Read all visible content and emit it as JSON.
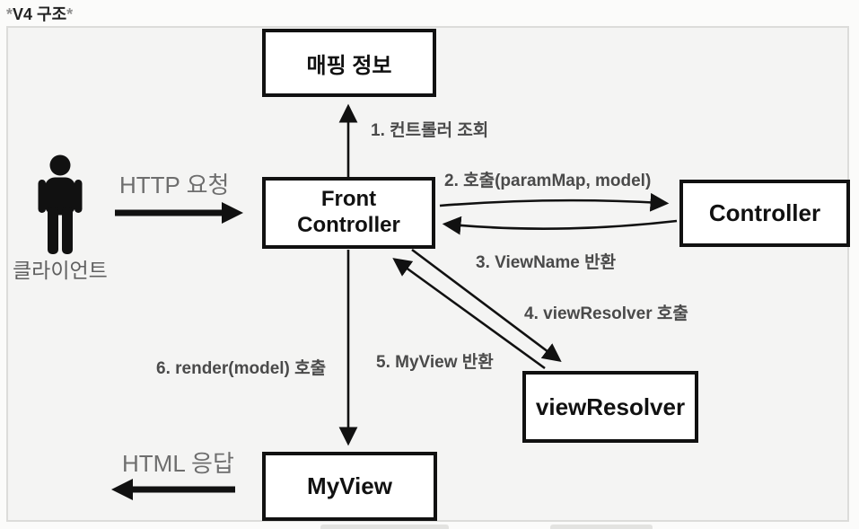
{
  "page": {
    "title_star_left": "*",
    "title_text": "V4 구조",
    "title_star_right": "*"
  },
  "diagram": {
    "type": "flow-diagram",
    "subject": "Front Controller V4 structure",
    "nodes": {
      "mapping_info": {
        "label": "매핑 정보"
      },
      "front_controller": {
        "line1": "Front",
        "line2": "Controller"
      },
      "controller": {
        "label": "Controller"
      },
      "view_resolver": {
        "label": "viewResolver"
      },
      "my_view": {
        "label": "MyView"
      }
    },
    "actor": {
      "label": "클라이언트"
    },
    "edge_labels": {
      "http_request": "HTTP 요청",
      "step1": "1. 컨트롤러 조회",
      "step2": "2. 호출(paramMap, model)",
      "step3": "3. ViewName 반환",
      "step4": "4. viewResolver 호출",
      "step5": "5. MyView 반환",
      "step6": "6. render(model) 호출",
      "html_response": "HTML 응답"
    },
    "edges": [
      {
        "from": "client",
        "to": "front_controller",
        "label": "HTTP 요청"
      },
      {
        "from": "front_controller",
        "to": "mapping_info",
        "label": "1. 컨트롤러 조회"
      },
      {
        "from": "front_controller",
        "to": "controller",
        "label": "2. 호출(paramMap, model)"
      },
      {
        "from": "controller",
        "to": "front_controller",
        "label": "3. ViewName 반환"
      },
      {
        "from": "front_controller",
        "to": "view_resolver",
        "label": "4. viewResolver 호출"
      },
      {
        "from": "view_resolver",
        "to": "front_controller",
        "label": "5. MyView 반환"
      },
      {
        "from": "front_controller",
        "to": "my_view",
        "label": "6. render(model) 호출"
      },
      {
        "from": "my_view",
        "to": "client",
        "label": "HTML 응답"
      }
    ],
    "colors": {
      "box_border": "#111111",
      "box_fill": "#ffffff",
      "arrow": "#111111",
      "step_label": "#4a4a4a",
      "io_label": "#6e6e6e",
      "canvas_fill": "#f4f4f3",
      "canvas_border": "#dcdcda",
      "page_background": "#fbfbfa"
    }
  }
}
